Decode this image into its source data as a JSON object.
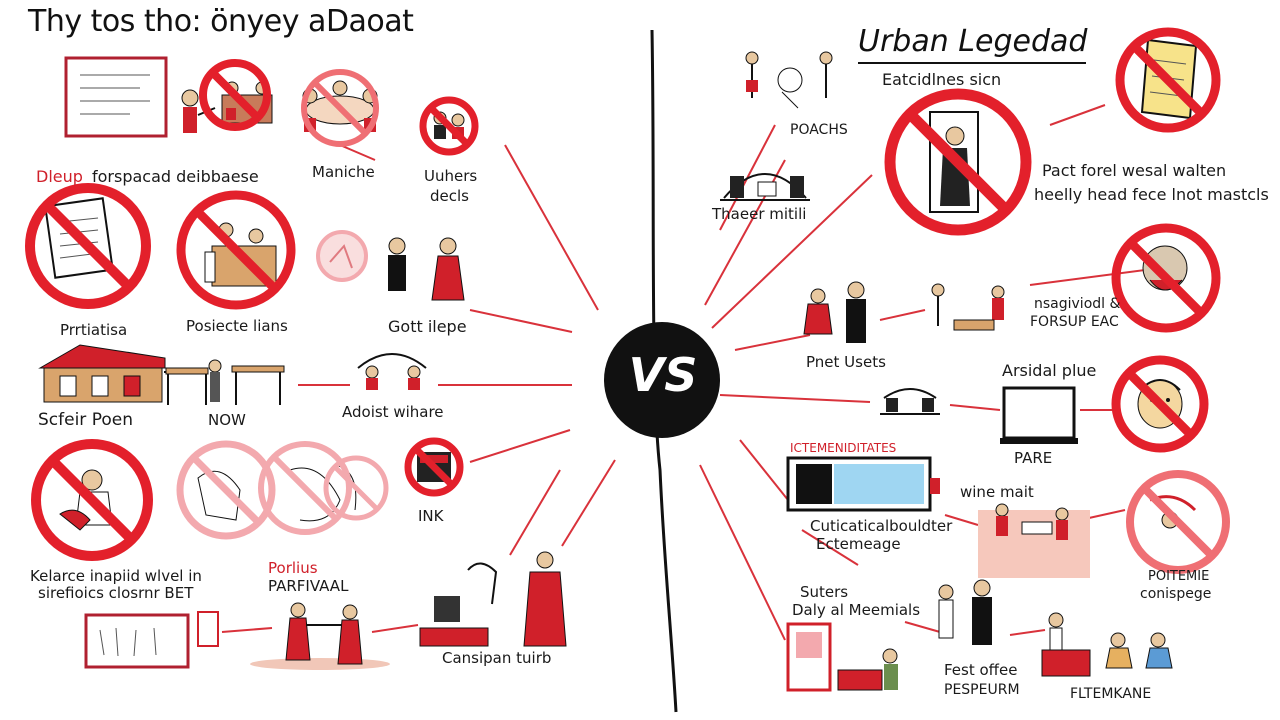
{
  "header": {
    "left_title": "Thy tos tho: önyey aDaoat",
    "right_title": "Urban Legedad",
    "right_subtitle": "Eatcidlnes sicn"
  },
  "center": {
    "vs_label": "VS"
  },
  "labels": {
    "dleup": "Dleup",
    "forspacad": "forspacad deibbaese",
    "maniche": "Maniche",
    "uuhers": "Uuhers",
    "decls": "decls",
    "prrtiatisa": "Prrtiatisa",
    "posiecte_lians": "Posiecte lians",
    "gott_ilepe": "Gott ilepe",
    "scfeir_poen": "Scfeir Poen",
    "now": "NOW",
    "adoist_wihare": "Adoist wihare",
    "ink": "INK",
    "kelarce_line1": "Kelarce inapiid wlvel in",
    "kelarce_line2": "sirefioics closrnr BET",
    "porlius": "Porlius",
    "parfivaal": "PARFIVAAL",
    "cansipan_tuirb": "Cansipan tuirb",
    "poachs": "POACHS",
    "thaeer_mitili": "Thaeer mitili",
    "pact_line1": "Pact forel wesal walten",
    "pact_line2": "heelly head fece lnot mastcls",
    "pnet_usets": "Pnet Usets",
    "nsagiviodl_line1": "nsagiviodl &",
    "nsagiviodl_line2": "FORSUP EAC",
    "arsidal_plue": "Arsidal plue",
    "pare": "PARE",
    "ictemeniditates": "ICTEMENIDITATES",
    "wine_mait": "wine mait",
    "cutical_line1": "Cuticaticalbouldter",
    "cutical_line2": "Ectemeage",
    "poitemie_line1": "POITEMIE",
    "poitemie_line2": "conispege",
    "suters": "Suters",
    "daly_meemials": "Daly al Meemials",
    "fest_offee": "Fest offee",
    "pespeurm": "PESPEURM",
    "fltemkane": "FLTEMKANE"
  },
  "colors": {
    "ban_red": "#e3202b",
    "ban_light": "#f3a9ae",
    "line_red": "#d9323b",
    "ink": "#1a1a1a",
    "accent_blue": "#9fd6f2"
  }
}
